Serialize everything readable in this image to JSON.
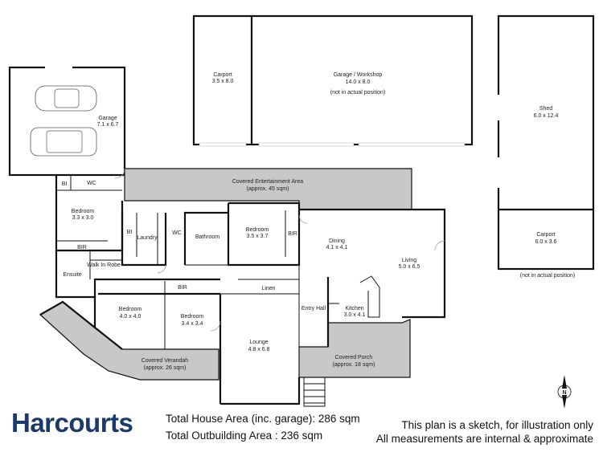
{
  "rooms": {
    "garage_left": {
      "name": "Garage",
      "dims": "7.1 x 6.7"
    },
    "carport_top": {
      "name": "Carport",
      "dims": "3.5 x 8.0"
    },
    "workshop": {
      "name": "Garage / Workshop",
      "dims": "14.0 x 8.0",
      "note": "(not in actual position)"
    },
    "shed": {
      "name": "Shed",
      "dims": "6.0 x 12.4"
    },
    "carport_right": {
      "name": "Carport",
      "dims": "6.0 x 3.6"
    },
    "outbuilding_note": "(not in actual position)",
    "entertainment": {
      "name": "Covered Entertainment Area",
      "area": "(approx. 45 sqm)"
    },
    "bi_top": "BI",
    "wc_top": "WC",
    "bedroom_a": {
      "name": "Bedroom",
      "dims": "3.3 x 3.0"
    },
    "bir_a": "BIR",
    "ensuite": "Ensuite",
    "walk_in": "Walk In Robe",
    "bi_laundry": "BI",
    "laundry": "Laundry",
    "wc_mid": "WC",
    "bathroom": "Bathroom",
    "bedroom_b": {
      "name": "Bedroom",
      "dims": "3.5 x 3.7"
    },
    "bir_b": "BIR",
    "dining": {
      "name": "Dining",
      "dims": "4.1 x 4.1"
    },
    "living": {
      "name": "Living",
      "dims": "5.0 x 6.5"
    },
    "bir_c": "BIR",
    "linen": "Linen",
    "bedroom_c": {
      "name": "Bedroom",
      "dims": "4.0 x 4.0"
    },
    "bedroom_d": {
      "name": "Bedroom",
      "dims": "3.4 x 3.4"
    },
    "lounge": {
      "name": "Lounge",
      "dims": "4.8 x 6.8"
    },
    "entry": "Entry Hall",
    "kitchen": {
      "name": "Kitchen",
      "dims": "3.0 x 4.1"
    },
    "verandah": {
      "name": "Covered Verandah",
      "area": "(approx. 26 sqm)"
    },
    "porch": {
      "name": "Covered Porch",
      "area": "(approx. 18 sqm)"
    }
  },
  "compass": {
    "label": "N"
  },
  "footer": {
    "brand": "Harcourts",
    "total_house": "Total House Area (inc. garage): 286 sqm",
    "total_outbuilding": "Total Outbuilding Area : 236 sqm",
    "disclaimer_1": "This plan is a sketch, for illustration only",
    "disclaimer_2": "All measurements are internal & approximate"
  },
  "colors": {
    "covered_area": "#c8c8c8",
    "wall": "#111111",
    "brand_blue": "#1b3a6b",
    "brand_accent": "#00a0df"
  }
}
